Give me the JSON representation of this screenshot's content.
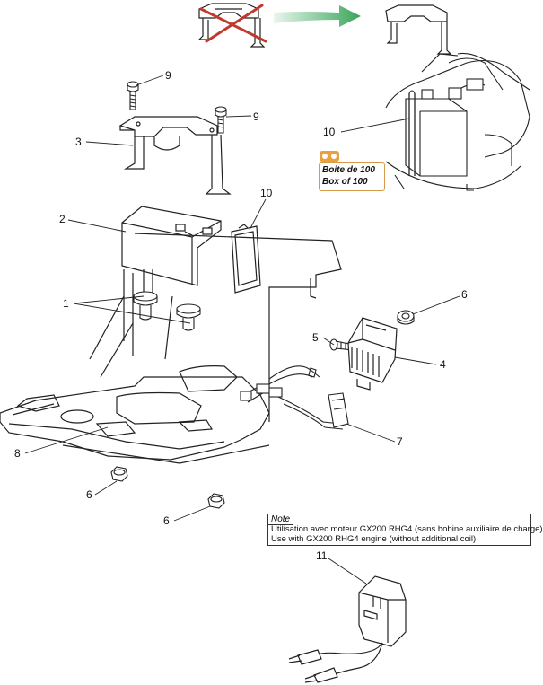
{
  "callouts": {
    "c9a": "9",
    "c9b": "9",
    "c3": "3",
    "c10top": "10",
    "c10": "10",
    "c2": "2",
    "c1": "1",
    "c6a": "6",
    "c5": "5",
    "c4": "4",
    "c7": "7",
    "c8": "8",
    "c6b": "6",
    "c6c": "6",
    "c11": "11"
  },
  "pack_label": {
    "line1": "Boite de 100",
    "line2": "Box of 100"
  },
  "note": {
    "tag": "Note",
    "line1": "Utilisation avec moteur GX200 RHG4 (sans bobine auxiliaire de charge)",
    "line2": "Use with GX200 RHG4 engine (without additional coil)"
  },
  "colors": {
    "cross": "#c0392b",
    "arrow": "#3aa55a",
    "pack_icon": "#e8a040",
    "line": "#222222"
  },
  "icons": {
    "replacement_arrow": "arrow-right-icon",
    "obsolete_mark": "cross-icon",
    "pack_quantity": "pack-box-icon"
  }
}
